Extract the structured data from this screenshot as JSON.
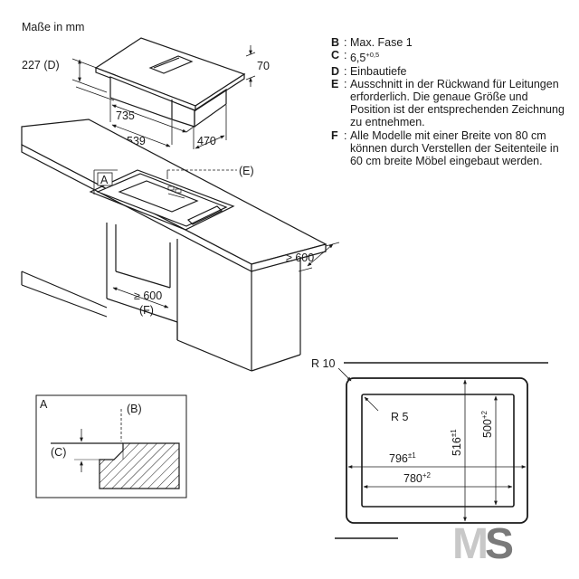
{
  "units_label": "Maße in mm",
  "legend": [
    {
      "key": "B",
      "text": "Max. Fase 1"
    },
    {
      "key": "C",
      "text": "6,5",
      "sup": "+0,5"
    },
    {
      "key": "D",
      "text": "Einbautiefe"
    },
    {
      "key": "E",
      "text": "Ausschnitt in der Rückwand für Leitungen erforderlich. Die genaue Größe und Position ist der entsprechenden Zeichnung zu entnehmen."
    },
    {
      "key": "F",
      "text": "Alle Modelle mit einer Breite von 80 cm können durch Verstellen der Seitenteile in 60 cm breite Möbel eingebaut werden."
    }
  ],
  "hob": {
    "depth_label": "227 (D)",
    "height_label": "70",
    "width_label": "735",
    "frame_width_label": "539",
    "frame_depth_label": "470"
  },
  "counter": {
    "detail_label": "A",
    "rear_cutout_label": "(E)",
    "depth_min_label": "≥ 600",
    "cabinet_width_label": "≥ 600",
    "cabinet_note_label": "(F)"
  },
  "detail": {
    "title": "A",
    "chamfer_label": "(B)",
    "step_label": "(C)"
  },
  "cutout": {
    "outer_radius_label": "R 10",
    "inner_radius_label": "R 5",
    "outer_width": "796",
    "outer_width_tol": "±1",
    "inner_width": "780",
    "inner_width_tol": "+2",
    "outer_depth": "516",
    "outer_depth_tol": "±1",
    "inner_depth": "500",
    "inner_depth_tol": "+2"
  },
  "logo": {
    "m": "M",
    "s": "S"
  }
}
